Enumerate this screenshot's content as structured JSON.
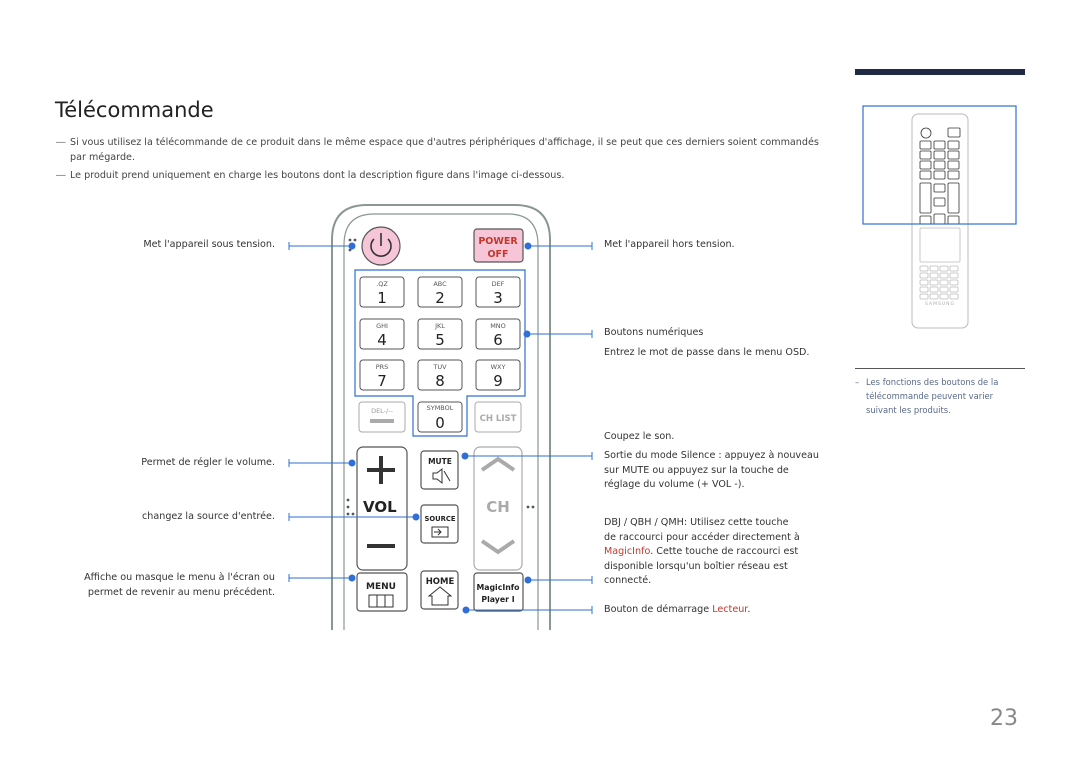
{
  "title": "Télécommande",
  "notes": [
    "Si vous utilisez la télécommande de ce produit dans le même espace que d'autres périphériques d'affichage, il se peut que ces derniers soient commandés par mégarde.",
    "Le produit prend uniquement en charge les boutons dont la description figure dans l'image ci-dessous."
  ],
  "note_dash": "―",
  "left_labels": {
    "power_on": "Met l'appareil sous tension.",
    "volume": "Permet de régler le volume.",
    "source": "changez la source d'entrée.",
    "menu_line1": "Affiche ou masque le menu à l'écran ou",
    "menu_line2": "permet de revenir au menu précédent."
  },
  "right_labels": {
    "power_off": "Met l'appareil hors tension.",
    "numeric_title": "Boutons numériques",
    "numeric_desc": "Entrez le mot de passe dans le menu OSD.",
    "mute_title": "Coupez le son.",
    "mute_line1": "Sortie du mode Silence : appuyez à nouveau",
    "mute_line2": "sur MUTE ou appuyez sur la touche de",
    "mute_line3": "réglage du volume (+ VOL -).",
    "magic_line1": "DBJ / QBH / QMH: Utilisez cette touche",
    "magic_line2": "de raccourci pour accéder directement à",
    "magic_highlight": "MagicInfo",
    "magic_line3_rest": ". Cette touche de raccourci est",
    "magic_line4": "disponible lorsqu'un boîtier réseau est",
    "magic_line5": "connecté.",
    "player_prefix": "Bouton de démarrage ",
    "player_highlight": "Lecteur",
    "player_suffix": "."
  },
  "remote": {
    "power_top": "POWER",
    "power_bottom": "OFF",
    "keys": [
      {
        "letters": ".QZ",
        "digit": "1"
      },
      {
        "letters": "ABC",
        "digit": "2"
      },
      {
        "letters": "DEF",
        "digit": "3"
      },
      {
        "letters": "GHI",
        "digit": "4"
      },
      {
        "letters": "JKL",
        "digit": "5"
      },
      {
        "letters": "MNO",
        "digit": "6"
      },
      {
        "letters": "PRS",
        "digit": "7"
      },
      {
        "letters": "TUV",
        "digit": "8"
      },
      {
        "letters": "WXY",
        "digit": "9"
      }
    ],
    "del_label": "DEL-/--",
    "symbol_label": "SYMBOL",
    "zero": "0",
    "chlist": "CH LIST",
    "vol": "VOL",
    "ch": "CH",
    "mute": "MUTE",
    "source": "SOURCE",
    "menu": "MENU",
    "home": "HOME",
    "magicinfo": "MagicInfo",
    "player": "Player I"
  },
  "mini_remote_brand": "SAMSUNG",
  "side_note_dash": "–",
  "side_note": "Les fonctions des boutons de la télécommande peuvent varier suivant les produits.",
  "page_number": "23",
  "colors": {
    "accent_blue": "#2f6fd6",
    "highlight_red": "#c0392b",
    "top_bar": "#1f2a44"
  }
}
